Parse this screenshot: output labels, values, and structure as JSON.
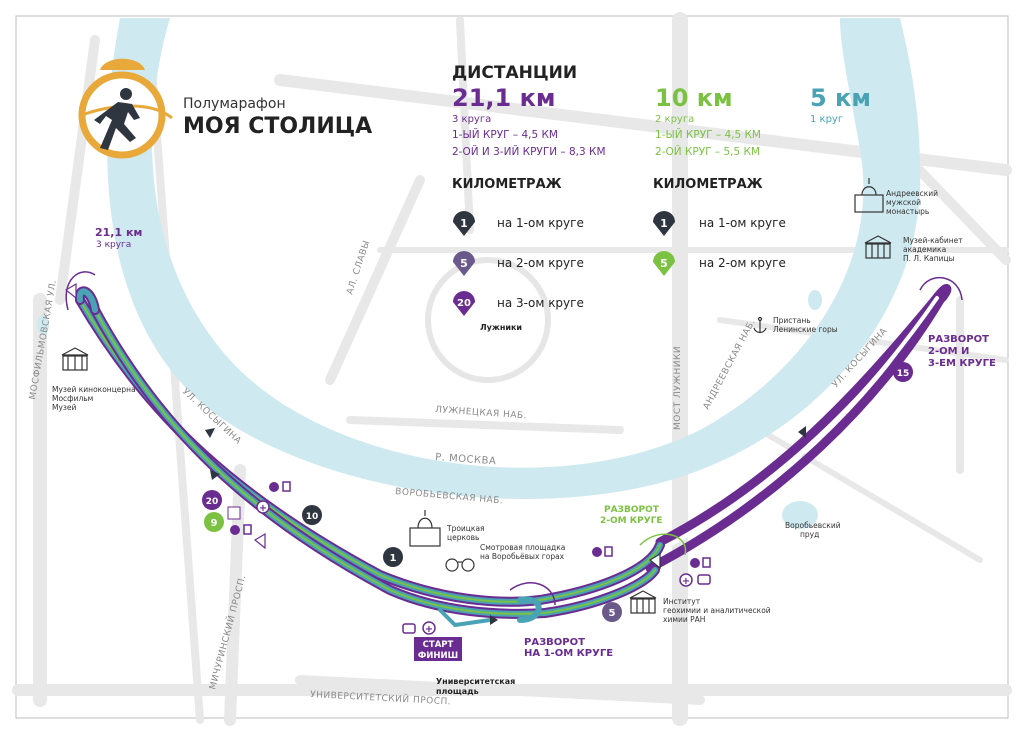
{
  "event": {
    "subtitle": "Полумарафон",
    "title": "МОЯ СТОЛИЦА"
  },
  "distances": {
    "heading": "ДИСТАНЦИИ",
    "d21": {
      "name": "21,1 км",
      "laps": "3 круга",
      "lap1": "1-ЫЙ КРУГ – 4,5 КМ",
      "lap23": "2-ОЙ И 3-ИЙ КРУГИ – 8,3 КМ"
    },
    "d10": {
      "name": "10 км",
      "laps": "2 круга",
      "lap1": "1-ЫЙ КРУГ – 4,5 КМ",
      "lap2": "2-ОЙ КРУГ – 5,5 КМ"
    },
    "d5": {
      "name": "5 км",
      "laps": "1 круг"
    }
  },
  "km_legend": {
    "heading": "КИЛОМЕТРАЖ",
    "left": [
      {
        "num": "1",
        "label": "на 1-ом круге"
      },
      {
        "num": "5",
        "label": "на 2-ом круге"
      },
      {
        "num": "20",
        "label": "на 3-ом круге"
      }
    ],
    "right": [
      {
        "num": "1",
        "label": "на 1-ом круге"
      },
      {
        "num": "5",
        "label": "на 2-ом круге"
      }
    ]
  },
  "route_label": {
    "dist": "21,1 км",
    "laps": "3 круга"
  },
  "streets": {
    "kosygina_left": "УЛ. КОСЫГИНА",
    "kosygina_right": "УЛ. КОСЫГИНА",
    "mosfilm": "МОСФИЛЬМОВСКАЯ УЛ.",
    "slavy": "АЛ. СЛАВЫ",
    "luzh_nab": "ЛУЖНЕЦКАЯ НАБ.",
    "river": "Р. МОСКВА",
    "vorob_nab": "ВОРОБЬЕВСКАЯ НАБ.",
    "most": "МОСТ ЛУЖНИКИ",
    "andreev_nab": "АНДРЕЕВСКАЯ НАБ.",
    "michurin": "МИЧУРИНСКИЙ ПРОСП.",
    "univer_prosp": "УНИВЕРСИТЕТСКИЙ ПРОСП."
  },
  "places": {
    "luzhniki": "Лужники",
    "univer_sq_1": "Университетская",
    "univer_sq_2": "площадь",
    "museum_mosfilm_1": "Музей киноконцерна",
    "museum_mosfilm_2": "Мосфильм",
    "museum_mosfilm_3": "Музей",
    "troitskaya_1": "Троицкая",
    "troitskaya_2": "церковь",
    "viewpoint_1": "Смотровая площадка",
    "viewpoint_2": "на Воробьёвых горах",
    "institute_1": "Институт",
    "institute_2": "геохимии и аналитической",
    "institute_3": "химии РАН",
    "pier_1": "Пристань",
    "pier_2": "Ленинские горы",
    "andreev_mon_1": "Андреевский",
    "andreev_mon_2": "мужской",
    "andreev_mon_3": "монастырь",
    "kapitsa_1": "Музей-кабинет",
    "kapitsa_2": "академика",
    "kapitsa_3": "П. Л. Капицы",
    "pond_1": "Воробьевский",
    "pond_2": "пруд"
  },
  "turns": {
    "t1_1": "РАЗВОРОТ",
    "t1_2": "НА 1-ОМ КРУГЕ",
    "t2_1": "РАЗВОРОТ",
    "t2_2": "2-ОМ КРУГЕ",
    "t3_1": "РАЗВОРОТ",
    "t3_2": "2-ОМ И",
    "t3_3": "3-ЕМ КРУГЕ"
  },
  "start": {
    "l1": "СТАРТ",
    "l2": "ФИНИШ"
  },
  "markers": {
    "m1": "1",
    "m5": "5",
    "m9": "9",
    "m10": "10",
    "m15": "15",
    "m20": "20"
  },
  "colors": {
    "purple": "#6a2c91",
    "green": "#7cc242",
    "teal": "#4aa3b5",
    "dark": "#2f3640",
    "gold": "#e8a93a",
    "water": "#cfe9f0",
    "road": "#e6e6e6"
  }
}
